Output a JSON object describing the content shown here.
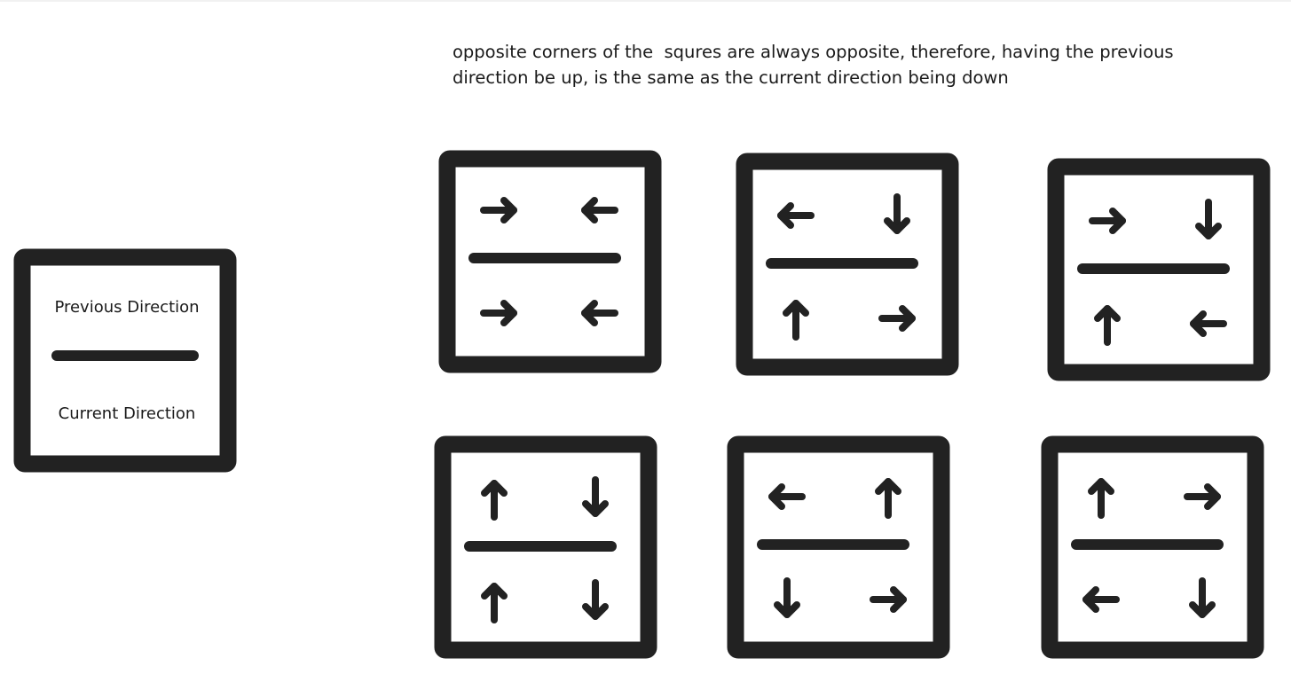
{
  "note": {
    "line1": "opposite corners of the  squres are always opposite, therefore, having the previous",
    "line2": "direction be up, is the same as the current direction being down"
  },
  "legend": {
    "previous_label": "Previous Direction",
    "current_label": "Current Direction"
  },
  "ink_color": "#222222",
  "squares": [
    {
      "top_left": "right",
      "top_right": "left",
      "bottom_left": "right",
      "bottom_right": "left"
    },
    {
      "top_left": "left",
      "top_right": "down",
      "bottom_left": "up",
      "bottom_right": "right"
    },
    {
      "top_left": "right",
      "top_right": "down",
      "bottom_left": "up",
      "bottom_right": "left"
    },
    {
      "top_left": "up",
      "top_right": "down",
      "bottom_left": "up",
      "bottom_right": "down"
    },
    {
      "top_left": "left",
      "top_right": "up",
      "bottom_left": "down",
      "bottom_right": "right"
    },
    {
      "top_left": "up",
      "top_right": "right",
      "bottom_left": "left",
      "bottom_right": "down"
    }
  ]
}
